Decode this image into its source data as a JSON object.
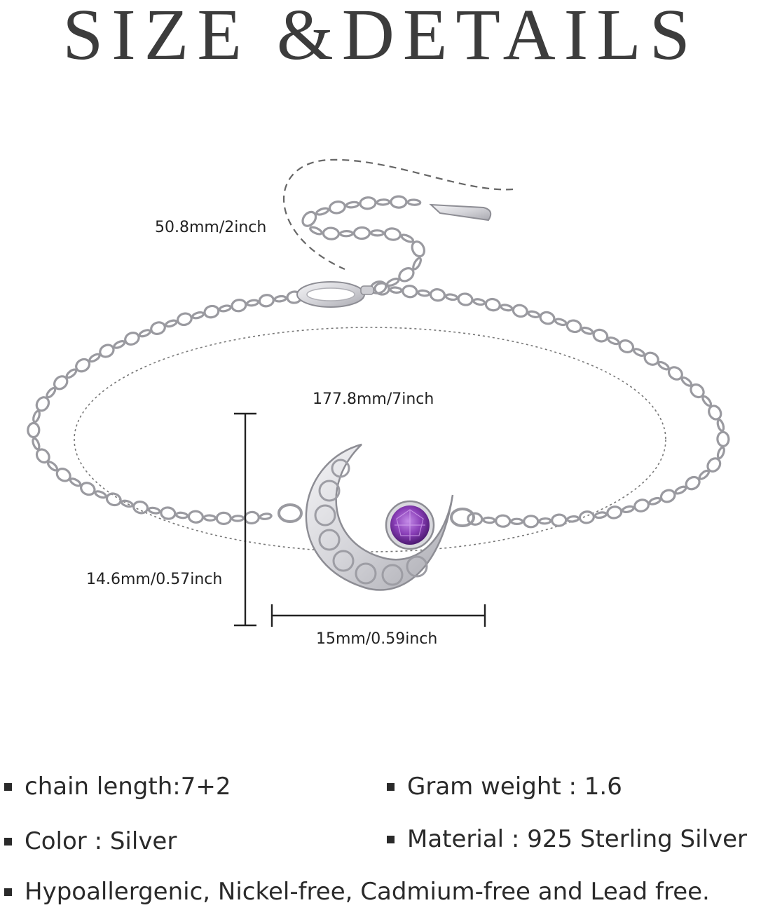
{
  "title": "SIZE &DETAILS",
  "dimensions": {
    "extender": "50.8mm/2inch",
    "chain": "177.8mm/7inch",
    "pendant_height": "14.6mm/0.57inch",
    "pendant_width": "15mm/0.59inch"
  },
  "specs": {
    "chain_length": "chain length:7+2",
    "gram_weight": "Gram weight : 1.6",
    "color": "Color : Silver",
    "material": "Material :  925 Sterling Silver",
    "hypoallergenic": "Hypoallergenic, Nickel-free, Cadmium-free and Lead free."
  },
  "colors": {
    "metal": "#c9c9cc",
    "metal_dark": "#9a9aa0",
    "gem": "#8a3fb8",
    "text": "#2a2a2a"
  },
  "icons": {
    "bullet": "square-bullet-icon"
  }
}
